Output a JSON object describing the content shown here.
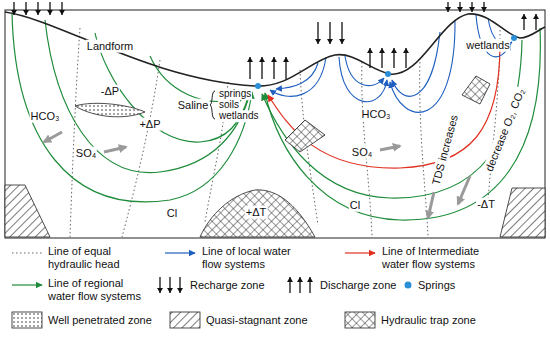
{
  "diagram": {
    "labels": [
      "Landform",
      "Saline",
      "springs",
      "soils",
      "wetlands",
      "wetlands",
      "HCO₃",
      "-ΔP",
      "SO₄",
      "+ΔP",
      "Cl",
      "+ΔT",
      "HCO₃",
      "SO₄",
      "Cl",
      "TDS increases",
      "decrease O₂, CO₂",
      "-ΔT"
    ],
    "legend": [
      {
        "text": "Line of equal hydraulic head"
      },
      {
        "text": "Line of local water flow systems"
      },
      {
        "text": "Line of Intermediate water flow systems"
      },
      {
        "text": "Line of regional water flow systems"
      },
      {
        "text": "Recharge zone"
      },
      {
        "text": "Discharge zone"
      },
      {
        "text": "Springs"
      },
      {
        "text": "Well penetrated zone"
      },
      {
        "text": "Quasi-stagnant zone"
      },
      {
        "text": "Hydraulic trap zone"
      }
    ]
  }
}
